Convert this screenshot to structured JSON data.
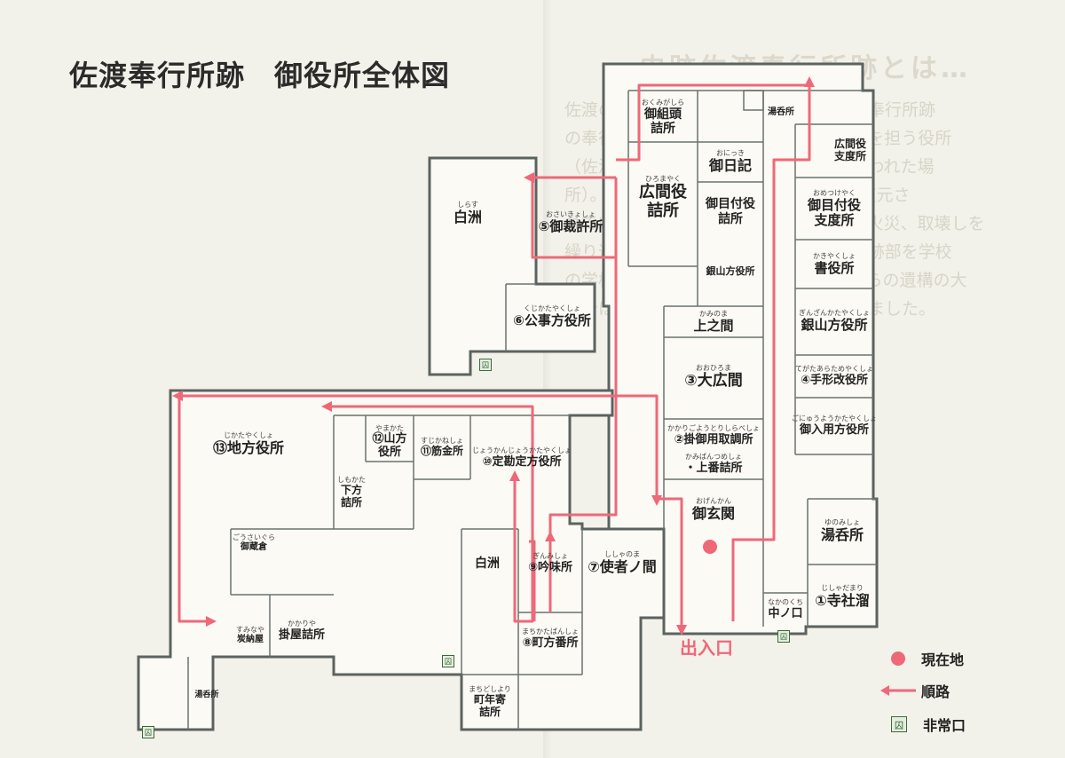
{
  "title": "佐渡奉行所跡　御役所全体図",
  "background_text": {
    "right_title": "史跡佐渡奉行所跡とは…",
    "right_lines": [
      "佐渡の金銀山を管轄するために置かれた奉行所跡",
      "の奉行所とは少し異なり、金銀山の管理を担う役所",
      "（佐渡奉行の御役所・御陣屋）として使われた場",
      "所）。正安元年（１７９５）の配置図で復元さ",
      "れていました。昭和１８年まで、その後火災、取壊しを",
      "繰り返し、その間敷地・建物が、建物群跡部を学校",
      "の学校として使われていましたが、それらの遺構の大",
      "部分は平成１３年に建物が史跡指定されました。"
    ]
  },
  "rooms": [
    {
      "id": "okumigashira",
      "ruby": "おくみがしら",
      "label": "御組頭\n詰所"
    },
    {
      "id": "yuzome",
      "ruby": "",
      "label": "湯呑所"
    },
    {
      "id": "onikki",
      "ruby": "おにっき",
      "label": "御日記"
    },
    {
      "id": "hiromayaku",
      "ruby": "ひろまやく",
      "label": "広間役\n詰所"
    },
    {
      "id": "ometsuke",
      "ruby": "",
      "label": "御目付役\n詰所"
    },
    {
      "id": "ginzan_kata",
      "ruby": "",
      "label": "銀山方役所"
    },
    {
      "id": "hiromayaku_shitaku",
      "ruby": "",
      "label": "広間役\n支度所"
    },
    {
      "id": "ometsukeyaku_shitaku",
      "ruby": "おめつけやく",
      "label": "御目付役\n支度所"
    },
    {
      "id": "shoyakusho",
      "ruby": "かきやくしょ",
      "label": "書役所"
    },
    {
      "id": "ginzanyakusho",
      "ruby": "ぎんざんかたやくしょ",
      "label": "銀山方役所"
    },
    {
      "id": "tegata",
      "ruby": "てがたあらためやくしょ",
      "label": "④手形改役所"
    },
    {
      "id": "goyo",
      "ruby": "ごにゅうようかたやくしょ",
      "label": "御入用方役所"
    },
    {
      "id": "shirasu_top",
      "ruby": "しらす",
      "label": "白洲"
    },
    {
      "id": "osaikyo",
      "ruby": "おさいきょしょ",
      "label": "⑤御裁許所"
    },
    {
      "id": "kujikata",
      "ruby": "くじかたやくしょ",
      "label": "⑥公事方役所"
    },
    {
      "id": "kaminoma",
      "ruby": "かみのま",
      "label": "上之間"
    },
    {
      "id": "ohiroma",
      "ruby": "おおひろま",
      "label": "③大広間"
    },
    {
      "id": "kakarigoyo",
      "ruby": "かかりごようとりしらべしょ",
      "label": "②掛御用取調所"
    },
    {
      "id": "kamiban",
      "ruby": "かみばんつめしょ",
      "label": "・上番詰所"
    },
    {
      "id": "ogenkan",
      "ruby": "おげんかん",
      "label": "御玄関"
    },
    {
      "id": "yunomisho",
      "ruby": "ゆのみしょ",
      "label": "湯呑所"
    },
    {
      "id": "jishadamari",
      "ruby": "じしゃだまり",
      "label": "①寺社溜"
    },
    {
      "id": "nakanokuchi",
      "ruby": "なかのくち",
      "label": "中ノ口"
    },
    {
      "id": "shishanoma",
      "ruby": "ししゃのま",
      "label": "⑦使者ノ間"
    },
    {
      "id": "jikata",
      "ruby": "じかたやくしょ",
      "label": "⑬地方役所"
    },
    {
      "id": "yamakata",
      "ruby": "やまかた",
      "label": "⑫山方\n役所"
    },
    {
      "id": "sujikane",
      "ruby": "すじかねしょ",
      "label": "⑪筋金所"
    },
    {
      "id": "jokan",
      "ruby": "じょうかんじょうかたやくしょ",
      "label": "⑩定勘定方役所"
    },
    {
      "id": "shitakata",
      "ruby": "しもかた",
      "label": "下方\n詰所"
    },
    {
      "id": "gozaikura",
      "ruby": "ごうさいぐら",
      "label": "御蔵倉"
    },
    {
      "id": "shirasu_bottom",
      "ruby": "",
      "label": "白洲"
    },
    {
      "id": "ginmisho",
      "ruby": "ぎんみしょ",
      "label": "⑨吟味所"
    },
    {
      "id": "sumiya",
      "ruby": "すみなや",
      "label": "炭納屋"
    },
    {
      "id": "kakeya",
      "ruby": "かかりや",
      "label": "掛屋詰所"
    },
    {
      "id": "machikata",
      "ruby": "まちかたばんしょ",
      "label": "⑧町方番所"
    },
    {
      "id": "machidoshiyori",
      "ruby": "まちどしより",
      "label": "町年寄\n詰所"
    },
    {
      "id": "yunomi_left",
      "ruby": "",
      "label": "湯呑所"
    }
  ],
  "entrance": "出入口",
  "legend": [
    {
      "label": "現在地",
      "symbol": "current-location"
    },
    {
      "label": "順路",
      "symbol": "route-arrow"
    },
    {
      "label": "非常口",
      "symbol": "emergency-exit"
    }
  ],
  "exit_glyph": "囚",
  "colors": {
    "route": "#ef6878",
    "wall": "#5b6360",
    "bg": "#f3f2ea"
  }
}
